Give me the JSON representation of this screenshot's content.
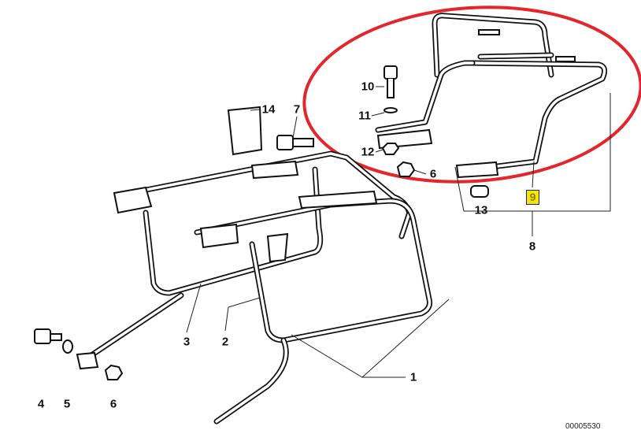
{
  "diagram": {
    "callouts": [
      "1",
      "2",
      "3",
      "4",
      "5",
      "6",
      "6",
      "7",
      "8",
      "10",
      "11",
      "12",
      "13",
      "14"
    ],
    "highlighted_callout": "9",
    "drawing_number": "00005530",
    "colors": {
      "highlight_ellipse": "#e3262c",
      "highlight_fill": "#f5e600",
      "highlight_border": "#1a237e"
    }
  }
}
